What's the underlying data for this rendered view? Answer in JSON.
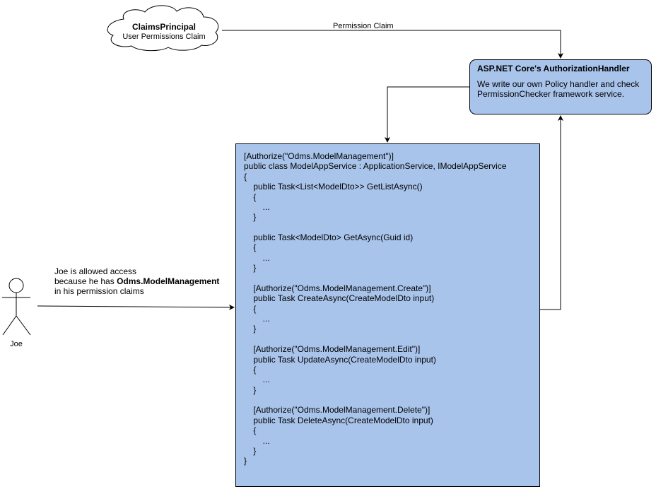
{
  "claims_principal": {
    "title": "ClaimsPrincipal",
    "subtitle": "User Permissions Claim"
  },
  "edges": {
    "permission_claim_label": "Permission Claim"
  },
  "authorization_handler": {
    "title": "ASP.NET Core's AuthorizationHandler",
    "description_lines": [
      "We write our own Policy handler and check",
      "PermissionChecker framework service."
    ]
  },
  "code": {
    "lines": [
      "[Authorize(\"Odms.ModelManagement\")]",
      "public class ModelAppService : ApplicationService, IModelAppService",
      "{",
      "    public Task<List<ModelDto>> GetListAsync()",
      "    {",
      "        ...",
      "    }",
      "",
      "    public Task<ModelDto> GetAsync(Guid id)",
      "    {",
      "        ...",
      "    }",
      "",
      "    [Authorize(\"Odms.ModelManagement.Create\")]",
      "    public Task CreateAsync(CreateModelDto input)",
      "    {",
      "        ...",
      "    }",
      "",
      "    [Authorize(\"Odms.ModelManagement.Edit\")]",
      "    public Task UpdateAsync(CreateModelDto input)",
      "    {",
      "        ...",
      "    }",
      "",
      "    [Authorize(\"Odms.ModelManagement.Delete\")]",
      "    public Task DeleteAsync(CreateModelDto input)",
      "    {",
      "        ...",
      "    }",
      "}"
    ]
  },
  "joe_note": {
    "line1": "Joe is allowed access",
    "line2_prefix": "because he has ",
    "line2_bold": "Odms.ModelManagement",
    "line3": "in his permission claims"
  },
  "actor": {
    "name": "Joe",
    "icon": "stick-figure-icon"
  }
}
